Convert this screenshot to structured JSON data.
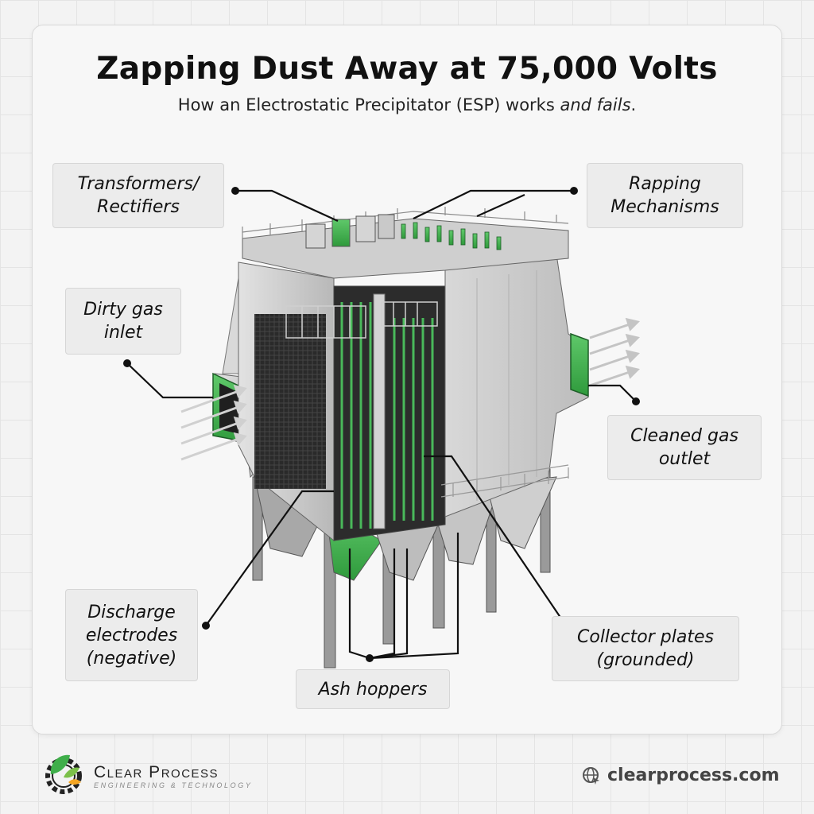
{
  "header": {
    "title": "Zapping Dust Away at 75,000 Volts",
    "subtitle_main": "How an Electrostatic Precipitator (ESP) works ",
    "subtitle_emphasis": "and fails",
    "subtitle_end": "."
  },
  "labels": {
    "transformers": [
      "Transformers/",
      "Rectifiers"
    ],
    "rapping": [
      "Rapping",
      "Mechanisms"
    ],
    "inlet": [
      "Dirty gas",
      "inlet"
    ],
    "outlet": [
      "Cleaned gas",
      "outlet"
    ],
    "discharge": [
      "Discharge",
      "electrodes",
      "(negative)"
    ],
    "collector": [
      "Collector plates",
      "(grounded)"
    ],
    "hoppers": [
      "Ash hoppers"
    ]
  },
  "footer": {
    "brand_name": "Clear Process",
    "brand_tagline": "ENGINEERING & TECHNOLOGY",
    "website": "clearprocess.com"
  },
  "colors": {
    "accent_green": "#3fae4a",
    "steel": "#c9c9c9",
    "dark": "#1a1a1a"
  },
  "icons": {
    "logo": "gear-leaf-logo-icon",
    "website": "globe-cursor-icon"
  }
}
